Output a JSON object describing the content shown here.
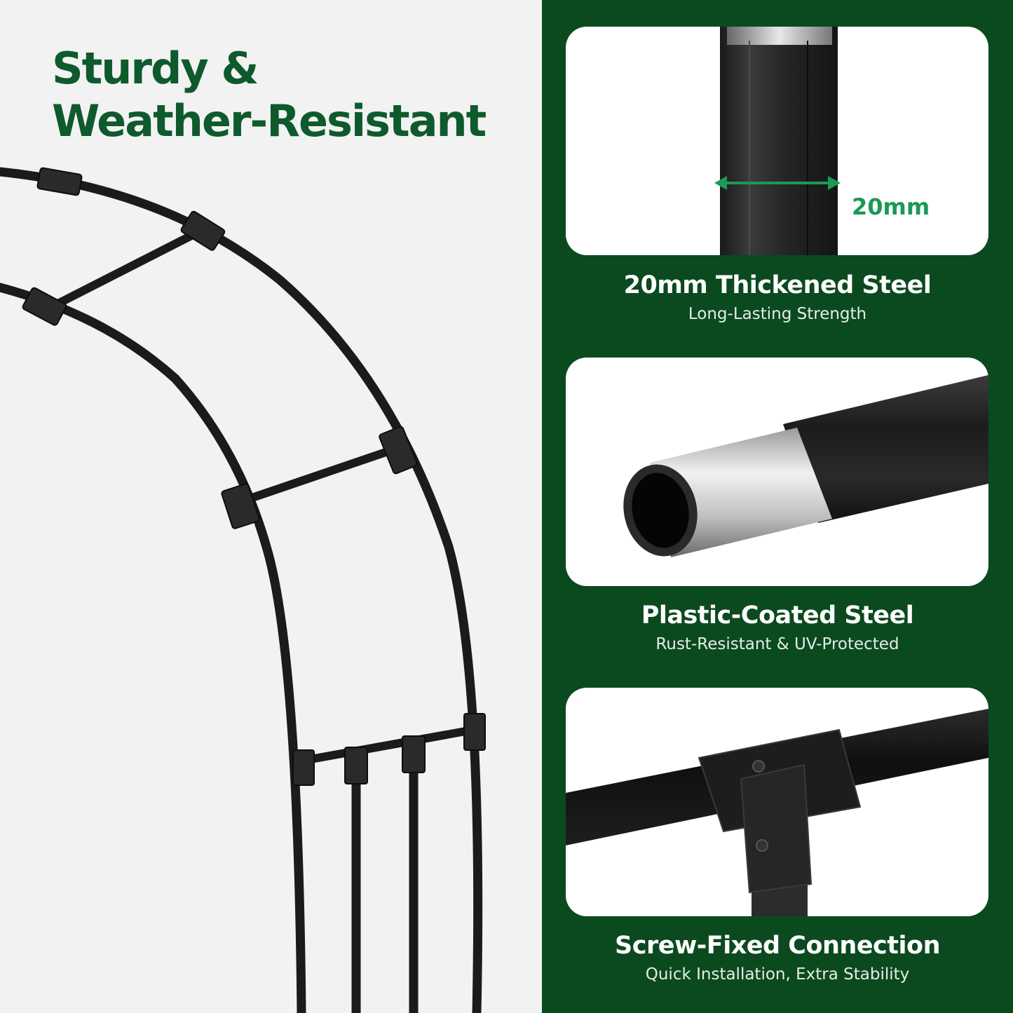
{
  "headline": {
    "line1": "Sturdy &",
    "line2": "Weather-Resistant"
  },
  "colors": {
    "headline_green": "#0e5a2c",
    "panel_green": "#0b4a1f",
    "accent_green": "#1a9a55",
    "card_white": "#ffffff"
  },
  "features": [
    {
      "title": "20mm Thickened Steel",
      "subtitle": "Long-Lasting Strength",
      "dimension_label": "20mm"
    },
    {
      "title": "Plastic-Coated Steel",
      "subtitle": "Rust-Resistant & UV-Protected"
    },
    {
      "title": "Screw-Fixed Connection",
      "subtitle": "Quick Installation, Extra Stability"
    }
  ]
}
